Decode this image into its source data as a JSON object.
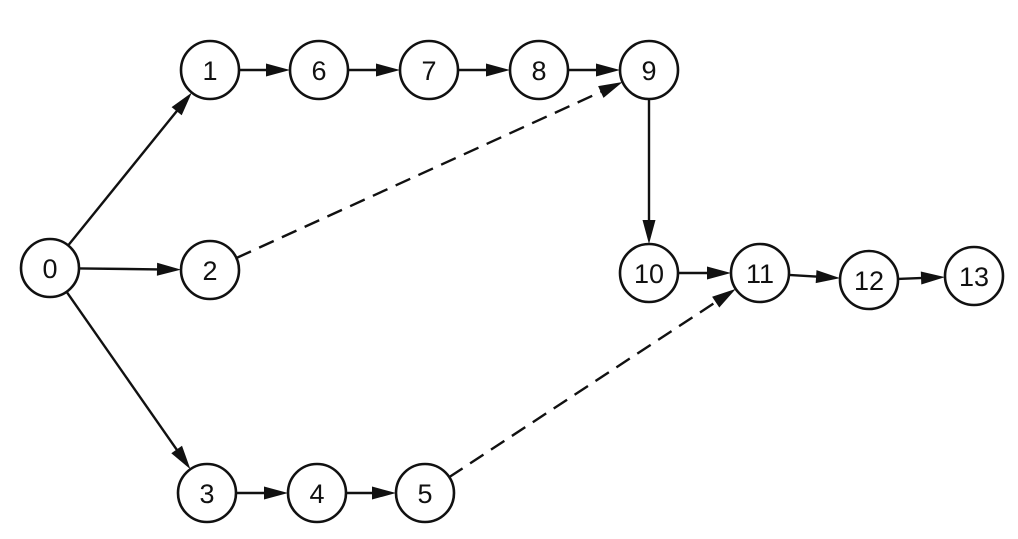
{
  "nodes": [
    {
      "id": "0",
      "label": "0"
    },
    {
      "id": "1",
      "label": "1"
    },
    {
      "id": "2",
      "label": "2"
    },
    {
      "id": "3",
      "label": "3"
    },
    {
      "id": "4",
      "label": "4"
    },
    {
      "id": "5",
      "label": "5"
    },
    {
      "id": "6",
      "label": "6"
    },
    {
      "id": "7",
      "label": "7"
    },
    {
      "id": "8",
      "label": "8"
    },
    {
      "id": "9",
      "label": "9"
    },
    {
      "id": "10",
      "label": "10"
    },
    {
      "id": "11",
      "label": "11"
    },
    {
      "id": "12",
      "label": "12"
    },
    {
      "id": "13",
      "label": "13"
    }
  ],
  "edges": [
    {
      "from": "0",
      "to": "1",
      "style": "solid"
    },
    {
      "from": "0",
      "to": "2",
      "style": "solid"
    },
    {
      "from": "0",
      "to": "3",
      "style": "solid"
    },
    {
      "from": "1",
      "to": "6",
      "style": "solid"
    },
    {
      "from": "6",
      "to": "7",
      "style": "solid"
    },
    {
      "from": "7",
      "to": "8",
      "style": "solid"
    },
    {
      "from": "8",
      "to": "9",
      "style": "solid"
    },
    {
      "from": "2",
      "to": "9",
      "style": "dashed"
    },
    {
      "from": "9",
      "to": "10",
      "style": "solid"
    },
    {
      "from": "10",
      "to": "11",
      "style": "solid"
    },
    {
      "from": "11",
      "to": "12",
      "style": "solid"
    },
    {
      "from": "12",
      "to": "13",
      "style": "solid"
    },
    {
      "from": "3",
      "to": "4",
      "style": "solid"
    },
    {
      "from": "4",
      "to": "5",
      "style": "solid"
    },
    {
      "from": "5",
      "to": "11",
      "style": "dashed"
    }
  ],
  "colors": {
    "stroke": "#111111",
    "background": "#ffffff"
  }
}
